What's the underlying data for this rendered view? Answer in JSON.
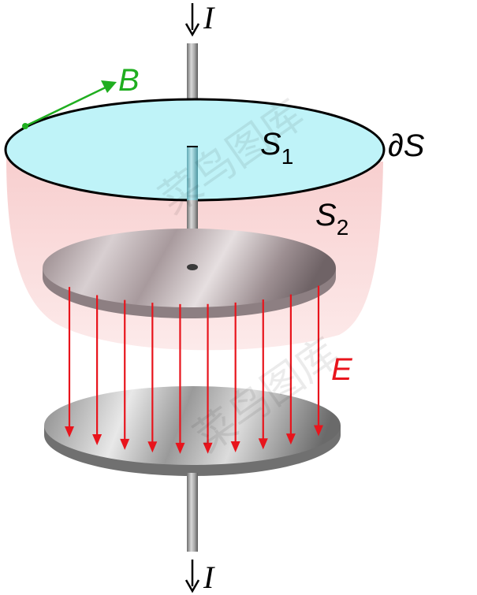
{
  "labels": {
    "current_top": "I",
    "current_bottom": "I",
    "magnetic_field": "B",
    "surface_one_letter": "S",
    "surface_one_sub": "1",
    "surface_two_letter": "S",
    "surface_two_sub": "2",
    "boundary": "∂S",
    "electric_field": "E"
  },
  "colors": {
    "magnetic_field": "#1fae1f",
    "electric_field": "#e8141c",
    "surface_one_fill": "#bff3f8",
    "surface_two_fill": "#f9d2d2",
    "plate_metal": "#b8acae",
    "wire": "#a6a6a6"
  },
  "field_lines": {
    "electric_count": 10
  },
  "watermark": "菜鸟图库"
}
